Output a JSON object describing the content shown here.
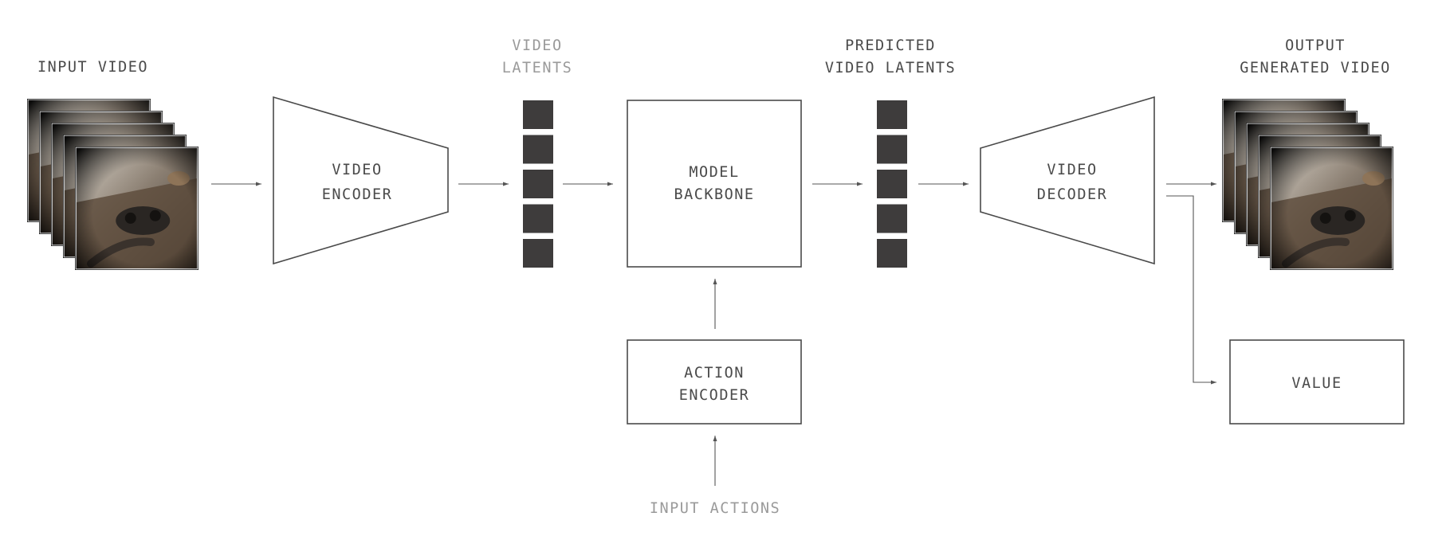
{
  "input_video": {
    "label": "INPUT VIDEO",
    "frame_count": 5
  },
  "video_latents": {
    "label_line1": "VIDEO",
    "label_line2": "LATENTS",
    "count": 5
  },
  "video_encoder": {
    "label_line1": "VIDEO",
    "label_line2": "ENCODER"
  },
  "model_backbone": {
    "label_line1": "MODEL",
    "label_line2": "BACKBONE"
  },
  "predicted_latents": {
    "label_line1": "PREDICTED",
    "label_line2": "VIDEO LATENTS",
    "count": 5
  },
  "video_decoder": {
    "label_line1": "VIDEO",
    "label_line2": "DECODER"
  },
  "output_video": {
    "label_line1": "OUTPUT",
    "label_line2": "GENERATED VIDEO",
    "frame_count": 5
  },
  "action_encoder": {
    "label_line1": "ACTION",
    "label_line2": "ENCODER"
  },
  "input_actions": {
    "label": "INPUT ACTIONS"
  },
  "value_box": {
    "label": "VALUE"
  },
  "colors": {
    "stroke": "#4a4a4a",
    "label_dark": "#4a4a4a",
    "label_muted": "#9a9a9a",
    "latent_fill": "#3e3c3c"
  }
}
